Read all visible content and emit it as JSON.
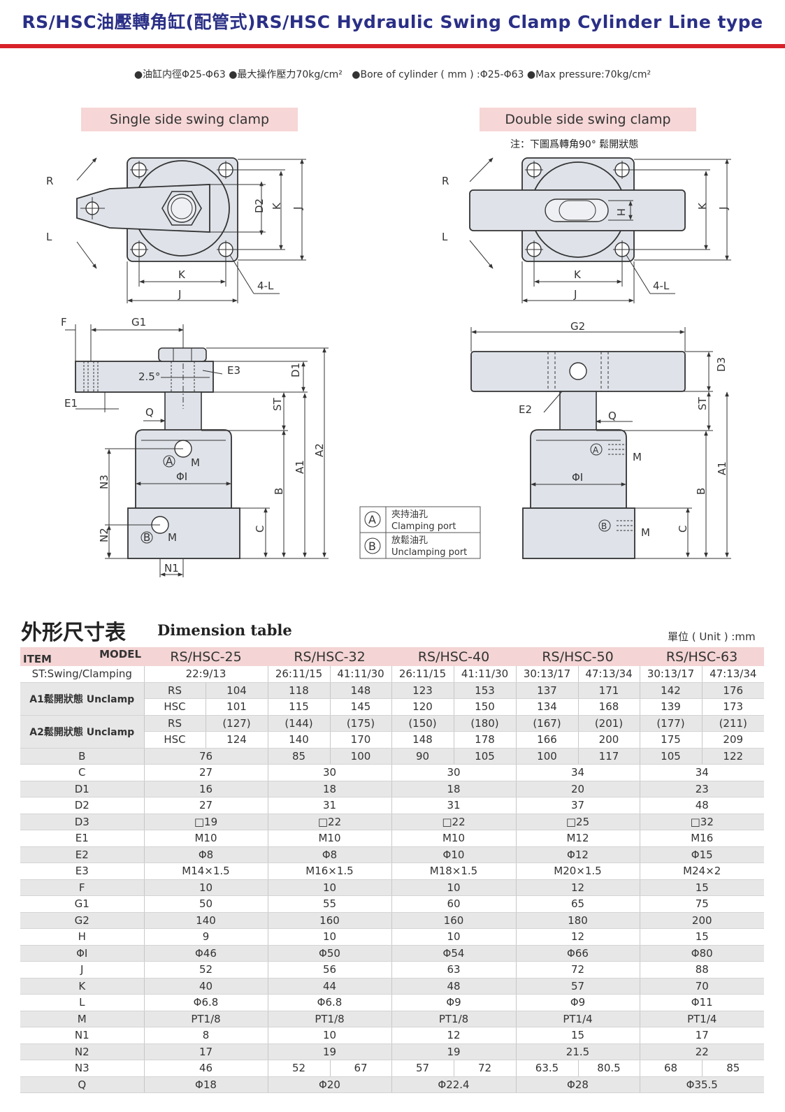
{
  "title": "RS/HSC油壓轉角缸(配管式)RS/HSC Hydraulic Swing Clamp Cylinder Line type",
  "spec_line": "●油缸内徑Φ25-Φ63 ●最大操作壓力70kg/cm²   ●Bore of cylinder ( mm ) :Φ25-Φ63 ●Max pressure:70kg/cm²",
  "single_label": "Single side swing clamp",
  "double_label": "Double side swing clamp",
  "note": "注：下圖爲轉角90°  鬆開狀態",
  "drawing_labels": {
    "R": "R",
    "L": "L",
    "K": "K",
    "J": "J",
    "D2": "D2",
    "L4": "4-L",
    "F": "F",
    "G1": "G1",
    "E3": "E3",
    "angle": "2.5°",
    "D1": "D1",
    "E1": "E1",
    "Q": "Q",
    "ST": "ST",
    "A2": "A2",
    "A1": "A1",
    "A": "A",
    "M": "M",
    "PhiI": "ΦI",
    "N3": "N3",
    "B": "B",
    "C": "C",
    "N2": "N2",
    "Bport": "B",
    "N1": "N1",
    "G2": "G2",
    "D3": "D3",
    "E2": "E2",
    "H": "H"
  },
  "legend": {
    "a_letter": "A",
    "a_cn": "夾持油孔",
    "a_en": "Clamping port",
    "b_letter": "B",
    "b_cn": "放鬆油孔",
    "b_en": "Unclamping port"
  },
  "dim_title_cn": "外形尺寸表",
  "dim_title_en": "Dimension table",
  "unit": "單位 ( Unit ) :mm",
  "table": {
    "item_label": "ITEM",
    "model_label": "MODEL",
    "models": [
      "RS/HSC-25",
      "RS/HSC-32",
      "RS/HSC-40",
      "RS/HSC-50",
      "RS/HSC-63"
    ],
    "st_label": "ST:Swing/Clamping",
    "st": [
      "22:9/13",
      "26:11/15",
      "41:11/30",
      "26:11/15",
      "41:11/30",
      "30:13/17",
      "47:13/34",
      "30:13/17",
      "47:13/34"
    ],
    "a1_label": "A1鬆開狀態 Unclamp",
    "a1_rs_label": "RS",
    "a1_rs": [
      "104",
      "118",
      "148",
      "123",
      "153",
      "137",
      "171",
      "142",
      "176"
    ],
    "a1_hsc_label": "HSC",
    "a1_hsc": [
      "101",
      "115",
      "145",
      "120",
      "150",
      "134",
      "168",
      "139",
      "173"
    ],
    "a2_label": "A2鬆開狀態 Unclamp",
    "a2_rs_label": "RS",
    "a2_rs": [
      "(127)",
      "(144)",
      "(175)",
      "(150)",
      "(180)",
      "(167)",
      "(201)",
      "(177)",
      "(211)"
    ],
    "a2_hsc_label": "HSC",
    "a2_hsc": [
      "124",
      "140",
      "170",
      "148",
      "178",
      "166",
      "200",
      "175",
      "209"
    ],
    "b_label": "B",
    "b": [
      "76",
      "85",
      "100",
      "90",
      "105",
      "100",
      "117",
      "105",
      "122"
    ],
    "rows": [
      {
        "label": "C",
        "v": [
          "27",
          "30",
          "30",
          "34",
          "34"
        ]
      },
      {
        "label": "D1",
        "v": [
          "16",
          "18",
          "18",
          "20",
          "23"
        ]
      },
      {
        "label": "D2",
        "v": [
          "27",
          "31",
          "31",
          "37",
          "48"
        ]
      },
      {
        "label": "D3",
        "v": [
          "□19",
          "□22",
          "□22",
          "□25",
          "□32"
        ]
      },
      {
        "label": "E1",
        "v": [
          "M10",
          "M10",
          "M10",
          "M12",
          "M16"
        ]
      },
      {
        "label": "E2",
        "v": [
          "Φ8",
          "Φ8",
          "Φ10",
          "Φ12",
          "Φ15"
        ]
      },
      {
        "label": "E3",
        "v": [
          "M14×1.5",
          "M16×1.5",
          "M18×1.5",
          "M20×1.5",
          "M24×2"
        ]
      },
      {
        "label": "F",
        "v": [
          "10",
          "10",
          "10",
          "12",
          "15"
        ]
      },
      {
        "label": "G1",
        "v": [
          "50",
          "55",
          "60",
          "65",
          "75"
        ]
      },
      {
        "label": "G2",
        "v": [
          "140",
          "160",
          "160",
          "180",
          "200"
        ]
      },
      {
        "label": "H",
        "v": [
          "9",
          "10",
          "10",
          "12",
          "15"
        ]
      },
      {
        "label": "ΦI",
        "v": [
          "Φ46",
          "Φ50",
          "Φ54",
          "Φ66",
          "Φ80"
        ]
      },
      {
        "label": "J",
        "v": [
          "52",
          "56",
          "63",
          "72",
          "88"
        ]
      },
      {
        "label": "K",
        "v": [
          "40",
          "44",
          "48",
          "57",
          "70"
        ]
      },
      {
        "label": "L",
        "v": [
          "Φ6.8",
          "Φ6.8",
          "Φ9",
          "Φ9",
          "Φ11"
        ]
      },
      {
        "label": "M",
        "v": [
          "PT1/8",
          "PT1/8",
          "PT1/8",
          "PT1/4",
          "PT1/4"
        ]
      },
      {
        "label": "N1",
        "v": [
          "8",
          "10",
          "12",
          "15",
          "17"
        ]
      },
      {
        "label": "N2",
        "v": [
          "17",
          "19",
          "19",
          "21.5",
          "22"
        ]
      }
    ],
    "n3_label": "N3",
    "n3": [
      "46",
      "52",
      "67",
      "57",
      "72",
      "63.5",
      "80.5",
      "68",
      "85"
    ],
    "q_label": "Q",
    "q": [
      "Φ18",
      "Φ20",
      "Φ22.4",
      "Φ28",
      "Φ35.5"
    ]
  }
}
